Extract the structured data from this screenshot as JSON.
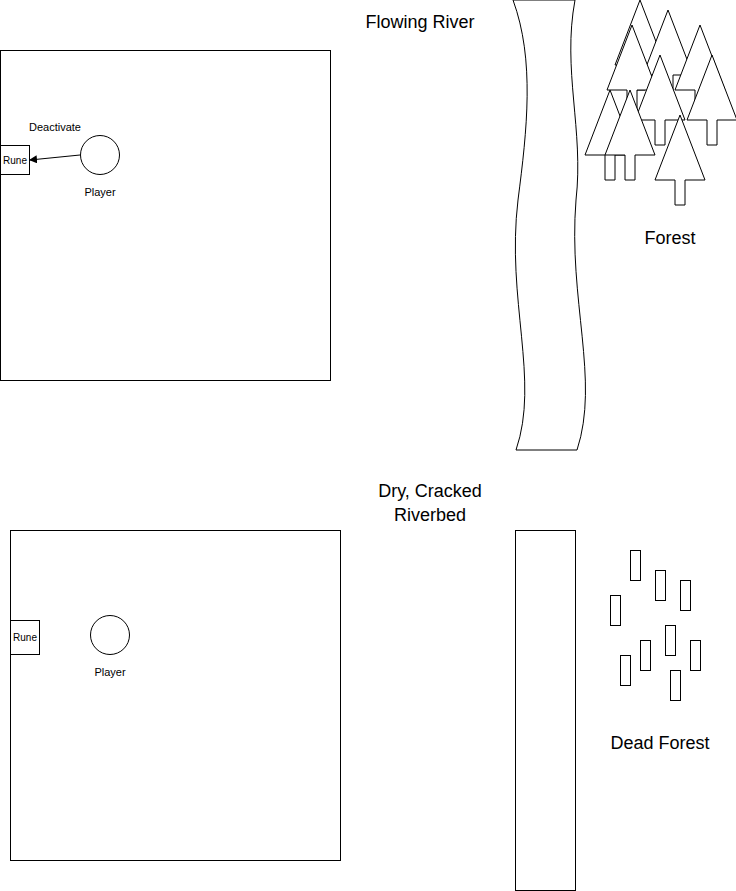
{
  "diagram": {
    "nodes": [
      {
        "text": [
          "Rune"
        ]
      },
      {
        "text": [
          "Player"
        ]
      },
      {
        "text": [
          "Rune"
        ]
      },
      {
        "text": [
          "Player"
        ]
      }
    ],
    "edges": [
      {
        "from": 1,
        "to": 0,
        "label": "Deactivate",
        "arrow": "to"
      }
    ],
    "labels": [
      "Flowing River",
      "Forest",
      "Dry, Cracked Riverbed",
      "Dead Forest"
    ]
  }
}
